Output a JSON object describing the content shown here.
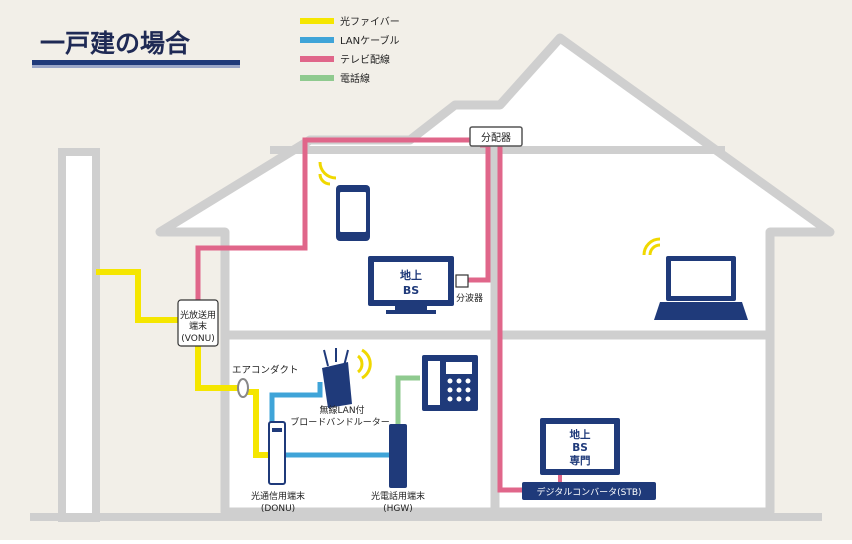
{
  "title": "一戸建の場合",
  "legend": [
    {
      "label": "光ファイバー",
      "color": "#f5e600"
    },
    {
      "label": "LANケーブル",
      "color": "#3fa4d8"
    },
    {
      "label": "テレビ配線",
      "color": "#e0668a"
    },
    {
      "label": "電話線",
      "color": "#8fca8f"
    }
  ],
  "colors": {
    "background": "#f2efe8",
    "house_line": "#cfcfcf",
    "house_fill": "#ffffff",
    "device_blue": "#1f3a7a",
    "title_bar": "#1f3a7a"
  },
  "labels": {
    "splitter": "分配器",
    "vonu_1": "光放送用",
    "vonu_2": "端末",
    "vonu_3": "(VONU)",
    "air_duct": "エアコンダクト",
    "router_1": "無線LAN付",
    "router_2": "ブロードバンドルーター",
    "donu_1": "光通信用端末",
    "donu_2": "(DONU)",
    "hgw_1": "光電話用端末",
    "hgw_2": "(HGW)",
    "branch_filter": "分波器",
    "tv1_line1": "地上",
    "tv1_line2": "BS",
    "tv2_line1": "地上",
    "tv2_line2": "BS",
    "tv2_line3": "専門",
    "stb": "デジタルコンバータ(STB)"
  },
  "icons": [
    "wifi-icon",
    "smartphone-icon",
    "laptop-icon",
    "tv-icon",
    "router-icon",
    "telephone-icon",
    "onu-icon"
  ]
}
